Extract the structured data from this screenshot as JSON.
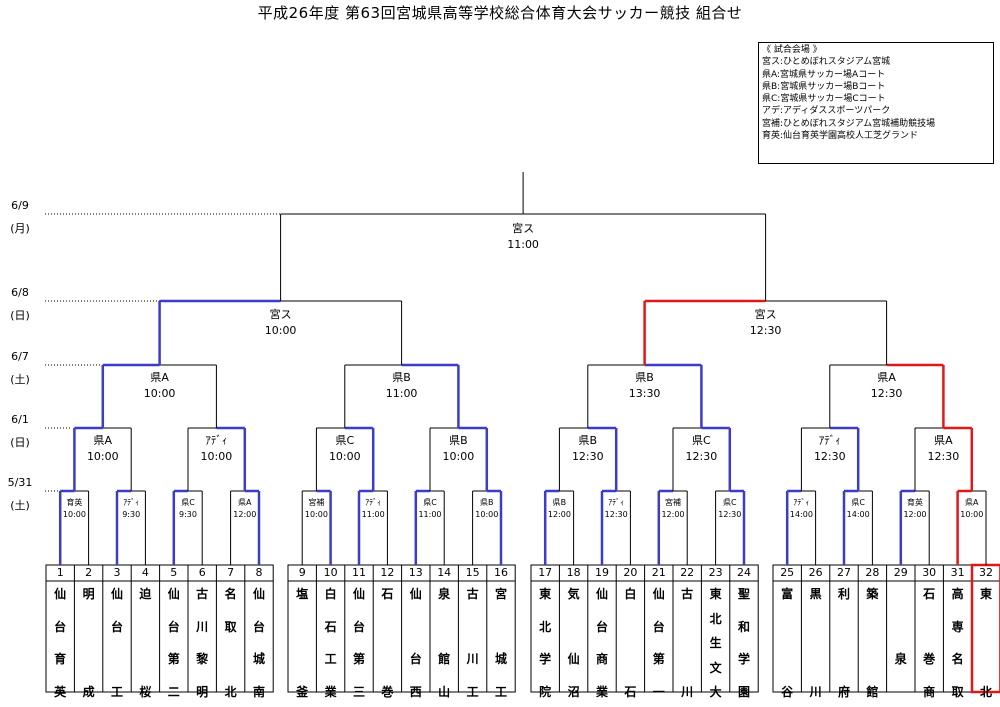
{
  "title": "平成26年度 第63回宮城県高等学校総合体育大会サッカー競技 組合せ",
  "venues": {
    "header": "《 試合会場 》",
    "items": [
      "宮ス:ひとめぼれスタジアム宮城",
      "県A:宮城県サッカー場Aコート",
      "県B:宮城県サッカー場Bコート",
      "県C:宮城県サッカー場Cコート",
      "アデ:アディダススポーツパーク",
      "宮補:ひとめぼれスタジアム宮城補助競技場",
      "育英:仙台育英学園高校人工芝グランド"
    ]
  },
  "dates": [
    {
      "date": "6/9",
      "day": "(月)"
    },
    {
      "date": "6/8",
      "day": "(日)"
    },
    {
      "date": "6/7",
      "day": "(土)"
    },
    {
      "date": "6/1",
      "day": "(日)"
    },
    {
      "date": "5/31",
      "day": "(土)"
    }
  ],
  "rounds": {
    "r1": [
      [
        "育英",
        "10:00"
      ],
      [
        "ｱﾃﾞｨ",
        "9:30"
      ],
      [
        "県C",
        "9:30"
      ],
      [
        "県A",
        "12:00"
      ],
      [
        "宮補",
        "10:00"
      ],
      [
        "ｱﾃﾞｨ",
        "11:00"
      ],
      [
        "県C",
        "11:00"
      ],
      [
        "県B",
        "10:00"
      ],
      [
        "県B",
        "12:00"
      ],
      [
        "ｱﾃﾞｨ",
        "12:30"
      ],
      [
        "宮補",
        "12:00"
      ],
      [
        "県C",
        "12:30"
      ],
      [
        "ｱﾃﾞｨ",
        "14:00"
      ],
      [
        "県C",
        "14:00"
      ],
      [
        "育英",
        "12:00"
      ],
      [
        "県A",
        "10:00"
      ]
    ],
    "r2": [
      [
        "県A",
        "10:00"
      ],
      [
        "ｱﾃﾞｨ",
        "10:00"
      ],
      [
        "県C",
        "10:00"
      ],
      [
        "県B",
        "10:00"
      ],
      [
        "県B",
        "12:30"
      ],
      [
        "県C",
        "12:30"
      ],
      [
        "ｱﾃﾞｨ",
        "12:30"
      ],
      [
        "県A",
        "12:30"
      ]
    ],
    "r3": [
      [
        "県A",
        "10:00"
      ],
      [
        "県B",
        "11:00"
      ],
      [
        "県B",
        "13:30"
      ],
      [
        "県A",
        "12:30"
      ]
    ],
    "sf": [
      [
        "宮ス",
        "10:00"
      ],
      [
        "宮ス",
        "12:30"
      ]
    ],
    "final": [
      "宮ス",
      "11:00"
    ]
  },
  "teams": [
    {
      "num": "1",
      "name": [
        "仙",
        "台",
        "育",
        "英"
      ]
    },
    {
      "num": "2",
      "name": [
        "明",
        "",
        "",
        "成"
      ]
    },
    {
      "num": "3",
      "name": [
        "仙",
        "台",
        "",
        "工"
      ]
    },
    {
      "num": "4",
      "name": [
        "迫",
        "",
        "",
        "桜"
      ]
    },
    {
      "num": "5",
      "name": [
        "仙",
        "台",
        "第",
        "二"
      ]
    },
    {
      "num": "6",
      "name": [
        "古",
        "川",
        "黎",
        "明"
      ]
    },
    {
      "num": "7",
      "name": [
        "名",
        "取",
        "",
        "北"
      ]
    },
    {
      "num": "8",
      "name": [
        "仙",
        "台",
        "城",
        "南"
      ]
    },
    {
      "num": "9",
      "name": [
        "塩",
        "",
        "",
        "釜"
      ]
    },
    {
      "num": "10",
      "name": [
        "白",
        "石",
        "工",
        "業"
      ]
    },
    {
      "num": "11",
      "name": [
        "仙",
        "台",
        "第",
        "三"
      ]
    },
    {
      "num": "12",
      "name": [
        "石",
        "",
        "",
        "巻"
      ]
    },
    {
      "num": "13",
      "name": [
        "仙",
        "",
        "台",
        "西"
      ]
    },
    {
      "num": "14",
      "name": [
        "泉",
        "",
        "館",
        "山"
      ]
    },
    {
      "num": "15",
      "name": [
        "古",
        "",
        "川",
        "工"
      ]
    },
    {
      "num": "16",
      "name": [
        "宮",
        "",
        "城",
        "工"
      ]
    },
    {
      "num": "17",
      "name": [
        "東",
        "北",
        "学",
        "院"
      ]
    },
    {
      "num": "18",
      "name": [
        "気",
        "",
        "仙",
        "沼"
      ]
    },
    {
      "num": "19",
      "name": [
        "仙",
        "台",
        "商",
        "業"
      ]
    },
    {
      "num": "20",
      "name": [
        "白",
        "",
        "",
        "石"
      ]
    },
    {
      "num": "21",
      "name": [
        "仙",
        "台",
        "第",
        "一"
      ]
    },
    {
      "num": "22",
      "name": [
        "古",
        "",
        "",
        "川"
      ]
    },
    {
      "num": "23",
      "name": [
        "東",
        "北",
        "生",
        "文",
        "大"
      ]
    },
    {
      "num": "24",
      "name": [
        "聖",
        "和",
        "学",
        "園"
      ]
    },
    {
      "num": "25",
      "name": [
        "富",
        "",
        "",
        "谷"
      ]
    },
    {
      "num": "26",
      "name": [
        "黒",
        "",
        "",
        "川"
      ]
    },
    {
      "num": "27",
      "name": [
        "利",
        "",
        "",
        "府"
      ]
    },
    {
      "num": "28",
      "name": [
        "築",
        "",
        "",
        "館"
      ]
    },
    {
      "num": "29",
      "name": [
        "",
        "",
        "泉",
        ""
      ]
    },
    {
      "num": "30",
      "name": [
        "石",
        "",
        "巻",
        "商"
      ]
    },
    {
      "num": "31",
      "name": [
        "高",
        "専",
        "名",
        "取"
      ]
    },
    {
      "num": "32",
      "name": [
        "東",
        "",
        "",
        "北"
      ]
    }
  ],
  "colors": {
    "line": "#000000",
    "winner_path": "#3c3cc8",
    "highlight": "#e01818",
    "dotted": "#000000"
  }
}
